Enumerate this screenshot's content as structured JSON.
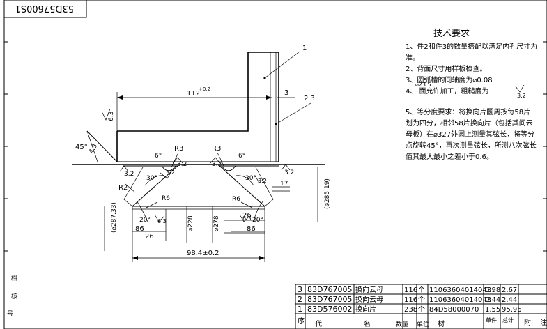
{
  "title_block": {
    "drawing_number": "53D57600S1"
  },
  "tech_requirements": {
    "heading": "技术要求",
    "lines": [
      "1、件2和件3的数量搭配以满足内孔尺寸为",
      "准。",
      "2、背面尺寸用样板检查。",
      "3、圆弧槽的同轴度为⌀0.08",
      "4、          面允许加工，粗糙度为",
      "5、等分度要求：将换向片圆周按每58片",
      "划为四分，相邻58片换向片（包括其间云",
      "母板）在⌀327外圆上测量其弦长，将等分",
      "点旋转45°，再次测量弦长，所测八次弦长",
      "值其最大最小之差小于0.6。"
    ],
    "notes": [
      "⌀23.5",
      "3.2"
    ]
  },
  "leaders": {
    "part1": "1",
    "part3": "3",
    "part23": "2 3"
  },
  "dimensions": {
    "top_width": "112",
    "top_tol": "+0.2",
    "chamfer_top": "6.3",
    "angle_45": "45°",
    "chamfer_left": "4.3",
    "r3_left": "R3",
    "r3_right": "R3",
    "angle_6_left": "6°",
    "angle_6_right": "6°",
    "ra_32_a": "3.2",
    "ra_32_b": "3.2",
    "ra_32_c": "3.2",
    "ra_32_d": "3.2",
    "ra_32_e": "3.2",
    "ra_32_f": "3.2",
    "angle_30_left": "30°",
    "angle_30_right": "30°",
    "r2": "R2",
    "r6_left": "R6",
    "r6_right": "R6",
    "dim_17": "17",
    "angle_20_left": "20°",
    "angle_20_right": "20°",
    "ra_63_left": "6.3",
    "ra_63_right": "6.3",
    "dim_26_left": "26",
    "dim_26_right": "26",
    "dim_86_left": "86",
    "dim_86_right": "86",
    "dia_28733": "(⌀287.33)",
    "dia_28519": "(⌀285.19)",
    "dia_228": "⌀228",
    "dia_278": "⌀278",
    "overall": "98.4±0.2"
  },
  "left_margin_labels": [
    "档",
    "核",
    "号"
  ],
  "parts_list": {
    "rows": [
      {
        "no": "3",
        "code": "83D767005",
        "name": "换向云母",
        "qty": "116",
        "unit": "个",
        "material": "11063604014043",
        "unit_wt": "0.98",
        "total_wt": "2.67"
      },
      {
        "no": "2",
        "code": "83D767005",
        "name": "换向云母",
        "qty": "116",
        "unit": "个",
        "material": "11063604014043",
        "unit_wt": "0.44",
        "total_wt": "2.44"
      },
      {
        "no": "1",
        "code": "83D576002",
        "name": "换向片",
        "qty": "238",
        "unit": "个",
        "material": "84D58000070",
        "unit_wt": "1.55",
        "total_wt": "95.96"
      }
    ],
    "header": {
      "no": "序",
      "code": "代",
      "name": "名",
      "qty": "数量",
      "unit": "单位",
      "material": "材",
      "unit_wt": "单件",
      "total_wt": "总计",
      "note": "附",
      "extra": "注"
    }
  }
}
